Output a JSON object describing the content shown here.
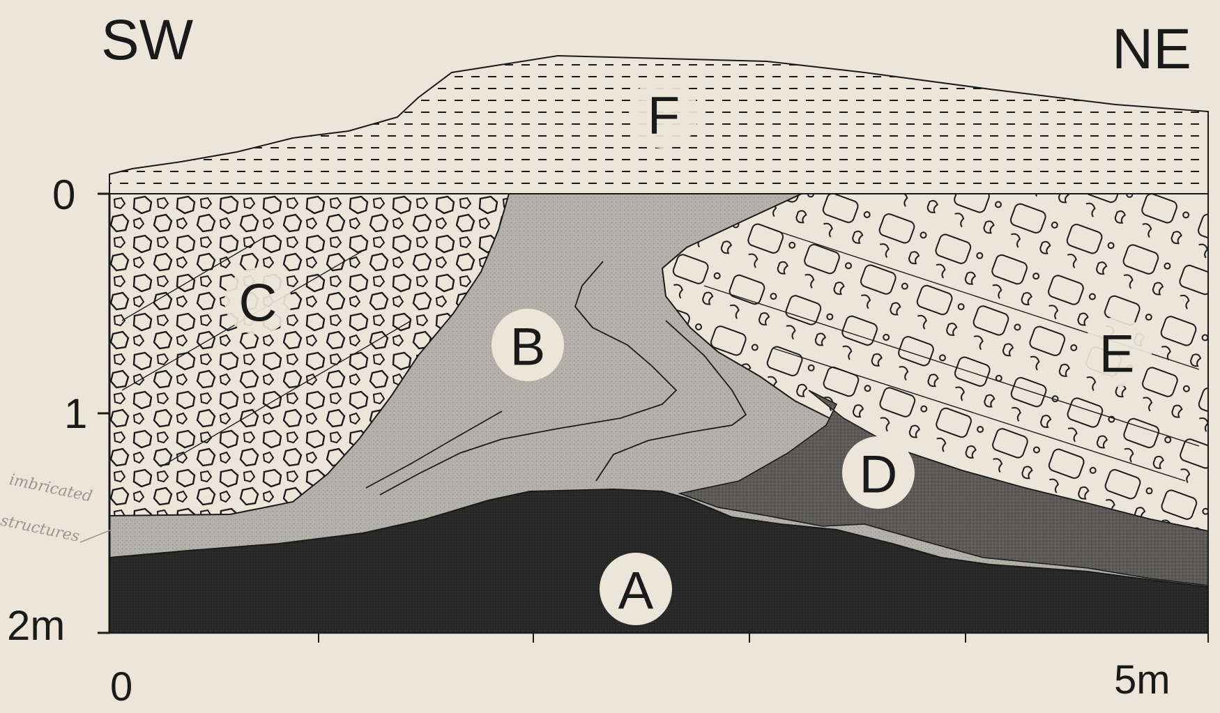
{
  "directions": {
    "left": "SW",
    "right": "NE"
  },
  "depth_axis": {
    "labels": [
      "0",
      "1",
      "2m"
    ]
  },
  "distance_axis": {
    "start": "0",
    "end": "5m"
  },
  "layers": {
    "A": "A",
    "B": "B",
    "C": "C",
    "D": "D",
    "E": "E",
    "F": "F"
  },
  "annotation": {
    "line1": "imbricated",
    "line2": "structures"
  },
  "colors": {
    "paper": "#ece5da",
    "layer_a": "#262626",
    "layer_b": "#b4b1aa",
    "layer_d": "#5c5b58",
    "outline": "#1a1a1a"
  }
}
